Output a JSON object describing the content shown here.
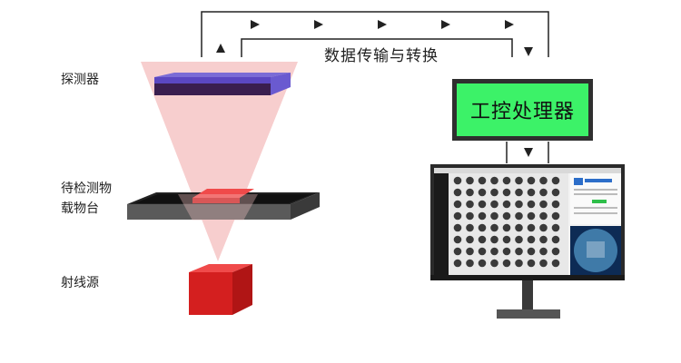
{
  "labels": {
    "detector": "探测器",
    "object_line1": "待检测物",
    "object_line2": "载物台",
    "source": "射线源",
    "data_flow": "数据传输与转换",
    "ipc": "工控处理器"
  },
  "colors": {
    "cone": "#f6c6c6",
    "detector_top": "#5b47c2",
    "detector_front": "#3a1e4f",
    "detector_side": "#7b6cd6",
    "stage_top": "#333333",
    "stage_front": "#5a5a5a",
    "sample": "#e0202a",
    "source_front": "#d41f1f",
    "source_top": "#f04a4a",
    "source_side": "#b01515",
    "ipc_frame": "#2f2f2f",
    "ipc_fill": "#3cf268",
    "monitor_frame": "#2a2a2a",
    "xray_bg": "#e8e8e8",
    "ball": "#3a3a3a",
    "arrow": "#222222"
  },
  "arrows": {
    "glyph_right": "▶",
    "glyph_up": "▲",
    "glyph_down": "▼"
  }
}
